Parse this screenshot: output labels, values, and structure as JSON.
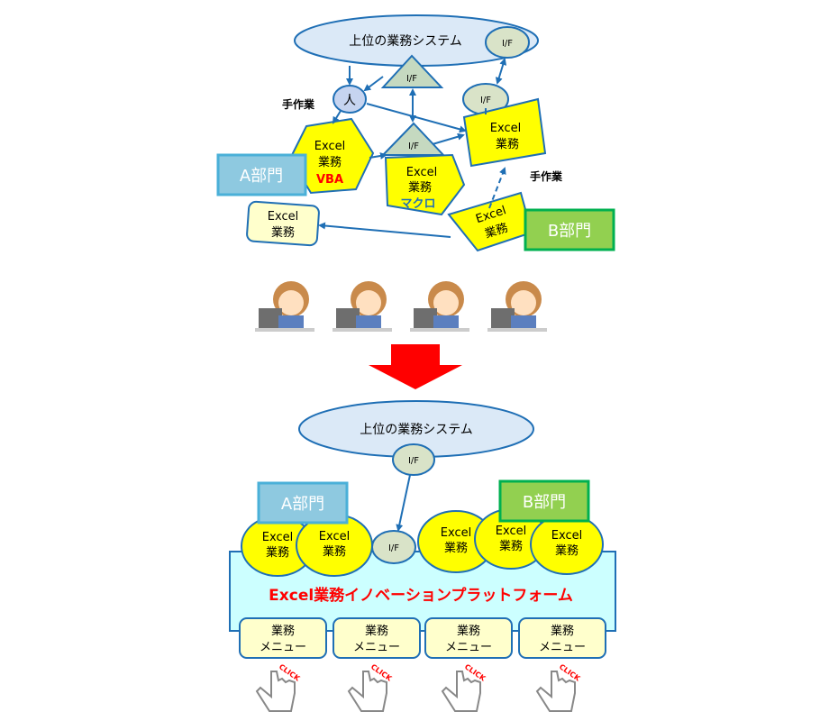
{
  "top": {
    "upper_system": "上位の業務システム",
    "if": "I/F",
    "person": "人",
    "manual_work": "手作業",
    "excel": "Excel",
    "gyomu": "業務",
    "vba": "VBA",
    "macro": "マクロ",
    "dept_a": "A部門",
    "dept_b": "B部門"
  },
  "bottom": {
    "upper_system": "上位の業務システム",
    "if": "I/F",
    "dept_a": "A部門",
    "dept_b": "B部門",
    "excel": "Excel",
    "gyomu": "業務",
    "platform_title": "Excel業務イノベーションプラットフォーム",
    "menus": [
      {
        "line1": "業務",
        "line2": "メニュー"
      },
      {
        "line1": "業務",
        "line2": "メニュー"
      },
      {
        "line1": "業務",
        "line2": "メニュー"
      },
      {
        "line1": "業務",
        "line2": "メニュー"
      }
    ],
    "click": "CLICK"
  },
  "colors": {
    "ellipse_fill": "#dbe9f7",
    "ellipse_stroke": "#1f6fb5",
    "yellow": "#ffff00",
    "dept_a_fill": "#8ec9e0",
    "dept_b_fill": "#92d050",
    "platform_fill": "#ccffff",
    "menu_fill": "#ffffcc",
    "arrow_red": "#ff0000",
    "if_fill": "#d9e3c8"
  }
}
